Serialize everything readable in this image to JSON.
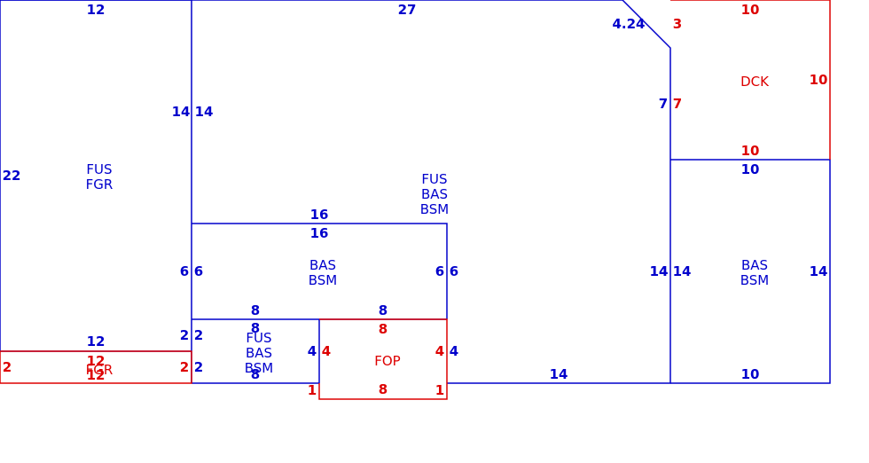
{
  "colors": {
    "blue": "#0000cc",
    "red": "#dd0000"
  },
  "areas": {
    "main": [
      "FUS",
      "BAS",
      "BSM"
    ],
    "left": [
      "FUS",
      "FGR"
    ],
    "center": [
      "BAS",
      "BSM"
    ],
    "small": [
      "FUS",
      "BAS",
      "BSM"
    ],
    "fop": [
      "FOP"
    ],
    "right": [
      "BAS",
      "BSM"
    ],
    "deck": [
      "DCK"
    ],
    "fgr": [
      "FGR"
    ]
  },
  "dims": {
    "main_top": "27",
    "diag": "4.24",
    "main_left_in": "14",
    "main_right_in": "7",
    "main_right_lower_in": "14",
    "main_bottom": "14",
    "left_top": "12",
    "left_side": "22",
    "left_right": "14",
    "left_bottom": "12",
    "left_lower_right": "2",
    "center_top_out": "16",
    "center_top_in": "16",
    "center_left_out": "6",
    "center_left_in": "6",
    "center_right_in": "6",
    "center_right_out": "6",
    "center_bottom_left": "8",
    "center_bottom_right": "8",
    "small_top": "8",
    "small_left_upper": "2",
    "small_left_lower": "2",
    "small_right": "4",
    "small_bottom": "8",
    "fop_top": "8",
    "fop_left": "4",
    "fop_right": "4",
    "fop_right_out": "4",
    "fop_bottom": "8",
    "fop_left_step": "1",
    "fop_right_step": "1",
    "right_top": "10",
    "right_left_out": "14",
    "right_left_in": "14",
    "right_right": "14",
    "right_bottom": "10",
    "deck_top": "10",
    "deck_left_out": "7",
    "deck_left": "7",
    "deck_right": "10",
    "deck_bottom": "10",
    "deck_diag": "3",
    "fgr_top": "12",
    "fgr_left": "2",
    "fgr_right": "2",
    "fgr_bottom": "12"
  }
}
